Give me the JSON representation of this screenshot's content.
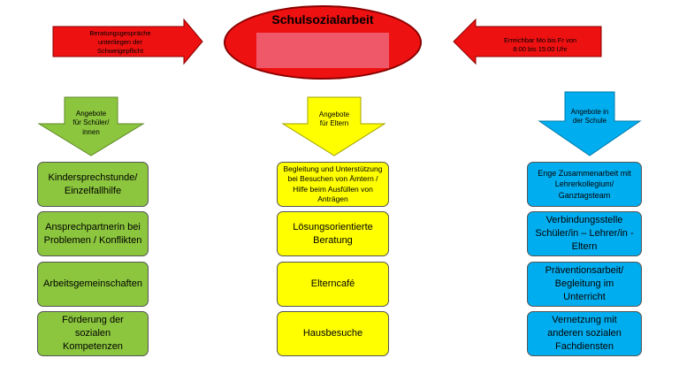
{
  "title": "Schulsozialarbeit",
  "left_note": "Beratungsgespräche\nunterliegen der\nSchweigepflicht",
  "right_note": "Erreichbar Mo bis Fr von\n8:00 bis 15:00 Uhr",
  "columns": [
    {
      "arrow_label": "Angebote\nfür Schüler/\ninnen",
      "items": [
        "Kindersprechstunde/\nEinzelfallhilfe",
        "Ansprechpartnerin bei\nProblemen / Konflikten",
        "Arbeitsgemeinschaften",
        "Förderung der sozialen\nKompetenzen"
      ]
    },
    {
      "arrow_label": "Angebote\nfür Eltern",
      "items": [
        "Begleitung und Unterstützung\nbei Besuchen von Ämtern /\nHilfe beim Ausfüllen von\nAnträgen",
        "Lösungsorientierte\nBeratung",
        "Elterncafé",
        "Hausbesuche"
      ]
    },
    {
      "arrow_label": "Angebote in\nder Schule",
      "items": [
        "Enge Zusammenarbeit mit\nLehrerkollegium/\nGanztagsteam",
        "Verbindungsstelle\nSchüler/in – Lehrer/in -\nEltern",
        "Präventionsarbeit/\nBegleitung im\nUnterricht",
        "Vernetzung mit\nanderen sozialen\nFachdiensten"
      ]
    }
  ],
  "colors": {
    "red": "#ee1111",
    "green": "#8cc63e",
    "yellow": "#ffff00",
    "blue": "#00aef0"
  }
}
